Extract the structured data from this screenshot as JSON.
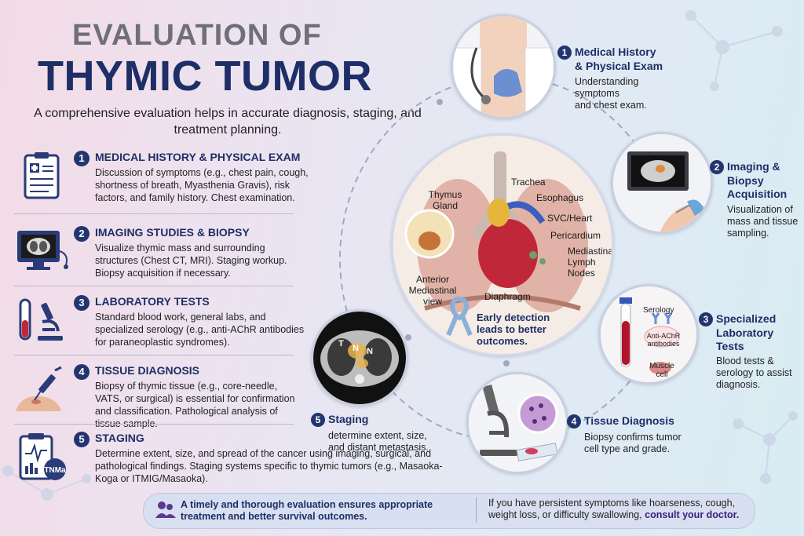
{
  "header": {
    "title_line1": "EVALUATION OF",
    "title_line2": "THYMIC TUMOR",
    "subtitle": "A comprehensive evaluation helps in accurate diagnosis, staging, and treatment planning."
  },
  "steps": [
    {
      "number": "1",
      "title": "MEDICAL HISTORY & PHYSICAL EXAM",
      "icon": "clipboard-icon",
      "text": "Discussion of symptoms (e.g., chest pain, cough, shortness of breath, Myasthenia Gravis), risk factors, and family history. Chest examination."
    },
    {
      "number": "2",
      "title": "IMAGING STUDIES & BIOPSY",
      "icon": "monitor-scan-icon",
      "text": "Visualize thymic mass and surrounding structures (Chest CT, MRI). Staging workup. Biopsy acquisition if necessary."
    },
    {
      "number": "3",
      "title": "LABORATORY TESTS",
      "icon": "test-tube-microscope-icon",
      "text": "Standard blood work, general labs, and specialized serology (e.g., anti-AChR antibodies for paraneoplastic syndromes)."
    },
    {
      "number": "4",
      "title": "TISSUE DIAGNOSIS",
      "icon": "needle-biopsy-icon",
      "text": "Biopsy of thymic tissue (e.g., core-needle, VATS, or surgical) is essential for confirmation and classification. Pathological analysis of tissue sample."
    },
    {
      "number": "5",
      "title": "STAGING",
      "icon": "staging-clipboard-icon",
      "icon_text": "TNMa",
      "text": "Determine extent, size, and spread of the cancer using imaging, surgical, and pathological findings. Staging systems specific to thymic tumors (e.g., Masaoka-Koga or ITMIG/Masaoka)."
    }
  ],
  "cycle": [
    {
      "number": "1",
      "title_lines": [
        "Medical History",
        "& Physical Exam"
      ],
      "text_lines": [
        "Understanding symptoms",
        "and chest exam."
      ]
    },
    {
      "number": "2",
      "title_lines": [
        "Imaging &",
        "Biopsy",
        "Acquisition"
      ],
      "text_lines": [
        "Visualization of",
        "mass and tissue",
        "sampling."
      ]
    },
    {
      "number": "3",
      "title_lines": [
        "Specialized",
        "Laboratory Tests"
      ],
      "text_lines": [
        "Blood tests &",
        "serology to assist",
        "diagnosis."
      ]
    },
    {
      "number": "4",
      "title_lines": [
        "Tissue Diagnosis"
      ],
      "text_lines": [
        "Biopsy confirms tumor",
        "cell type and grade."
      ]
    },
    {
      "number": "5",
      "title_lines": [
        "Staging"
      ],
      "text_lines": [
        "determine extent, size,",
        "and distant metastasis."
      ]
    }
  ],
  "anatomy": {
    "trachea": "Trachea",
    "thymus_gland": "Thymus Gland",
    "esophagus": "Esophagus",
    "svc_heart": "SVC/Heart",
    "pericardium": "Pericardium",
    "mediastinal_lymph_nodes": "Mediastinal Lymph Nodes",
    "anterior_mediastinal_view": "Anterior Mediastinal view",
    "diaphragm": "Diaphragm",
    "early_detection": "Early detection leads to better outcomes."
  },
  "lab_circle": {
    "serology": "Serology",
    "antibodies": "Anti-AChR antibodies",
    "muscle_cell": "Muscle cell"
  },
  "ct_labels": {
    "t": "T",
    "n1": "N",
    "n2": "N"
  },
  "footer": {
    "left": "A timely and thorough evaluation ensures appropriate treatment and better survival outcomes.",
    "right_text": "If you have persistent symptoms like hoarseness, cough, weight loss, or difficulty swallowing,",
    "right_emphasis": "consult your doctor."
  },
  "colors": {
    "navy": "#1e2e66",
    "gray_title": "#6f6f78",
    "accent_purple": "#3a1f7a"
  }
}
